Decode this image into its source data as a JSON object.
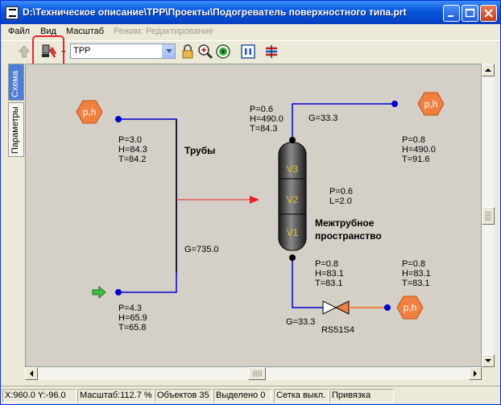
{
  "window": {
    "title": "D:\\Техническое описание\\TPP\\Проекты\\Подогреватель поверхностного типа.prt"
  },
  "menu": {
    "file": "Файл",
    "view": "Вид",
    "scale": "Масштаб",
    "mode": "Режим: Редактирование"
  },
  "toolbar": {
    "combo_value": "TPP"
  },
  "tabs": {
    "scheme": "Схема",
    "params": "Параметры"
  },
  "diagram": {
    "source_left_label": "p,h",
    "source_right_top_label": "p,h",
    "source_right_bottom_label": "p,h",
    "left_top_params": [
      "P=3.0",
      "H=84.3",
      "T=84.2"
    ],
    "left_bottom_params": [
      "P=4.3",
      "H=65.9",
      "T=65.8"
    ],
    "pipes_label": "Трубы",
    "flow_left": "G=735.0",
    "vessel_top_params": [
      "P=0.6",
      "H=490.0",
      "T=84.3"
    ],
    "flow_top": "G=33.3",
    "right_top_params": [
      "P=0.8",
      "H=490.0",
      "T=91.6"
    ],
    "zones": [
      "V3",
      "V2",
      "V1"
    ],
    "vessel_params": [
      "P=0.6",
      "L=2.0"
    ],
    "shell_label_line1": "Межтрубное",
    "shell_label_line2": "пространство",
    "valve_in_params": [
      "P=0.8",
      "H=83.1",
      "T=83.1"
    ],
    "valve_out_params": [
      "P=0.8",
      "H=83.1",
      "T=83.1"
    ],
    "flow_bottom": "G=33.3",
    "valve_name": "RS51S4"
  },
  "status": {
    "coords": "X:960.0  Y:-96.0",
    "zoom": "Масштаб:112.7 %",
    "objects": "Объектов 35",
    "selected": "Выделено 0",
    "grid": "Сетка выкл.",
    "snap": "Привязка"
  },
  "colors": {
    "accent": "#0a5ae0",
    "hexagon": "#f08040",
    "pipe": "#0000cc",
    "highlight": "#e8262a"
  }
}
